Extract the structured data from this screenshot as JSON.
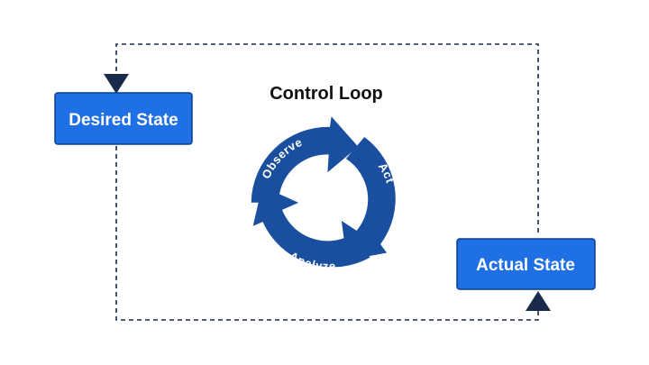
{
  "title": "Control Loop",
  "desired_state": {
    "label": "Desired State"
  },
  "actual_state": {
    "label": "Actual State"
  },
  "cycle": {
    "steps": [
      "Observe",
      "Act",
      "Analyze"
    ]
  },
  "colors": {
    "box_fill": "#1f6fe5",
    "box_border": "#0c3f8c",
    "arrow_fill": "#1a4fa0",
    "dashed_line": "#1a2a4a",
    "text_dark": "#111111"
  }
}
